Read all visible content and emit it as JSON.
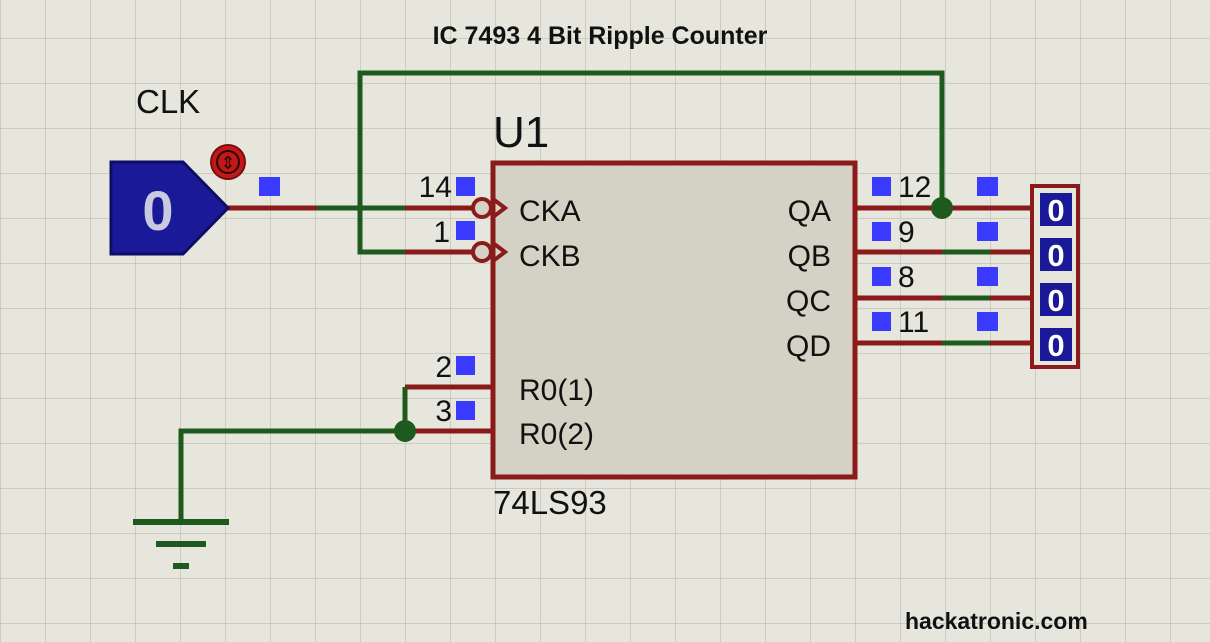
{
  "title": "IC 7493 4 Bit Ripple Counter",
  "watermark": "hackatronic.com",
  "clock": {
    "label": "CLK",
    "value": "0",
    "marker_glyph": "⇕"
  },
  "ic": {
    "ref": "U1",
    "part": "74LS93",
    "inputs": [
      {
        "pin": "14",
        "name": "CKA"
      },
      {
        "pin": "1",
        "name": "CKB"
      },
      {
        "pin": "2",
        "name": "R0(1)"
      },
      {
        "pin": "3",
        "name": "R0(2)"
      }
    ],
    "outputs": [
      {
        "pin": "12",
        "name": "QA"
      },
      {
        "pin": "9",
        "name": "QB"
      },
      {
        "pin": "8",
        "name": "QC"
      },
      {
        "pin": "11",
        "name": "QD"
      }
    ]
  },
  "probes": [
    "0",
    "0",
    "0",
    "0"
  ],
  "colors": {
    "background": "#e6e6dc",
    "grid": "#c4c4ba",
    "wire_green": "#1e5a1e",
    "wire_red": "#8b1a1a",
    "ic_body": "#d4d2c4",
    "ic_border": "#8b1a1a",
    "probe_fill": "#1a1a99",
    "pin_marker": "#3b3bff"
  }
}
